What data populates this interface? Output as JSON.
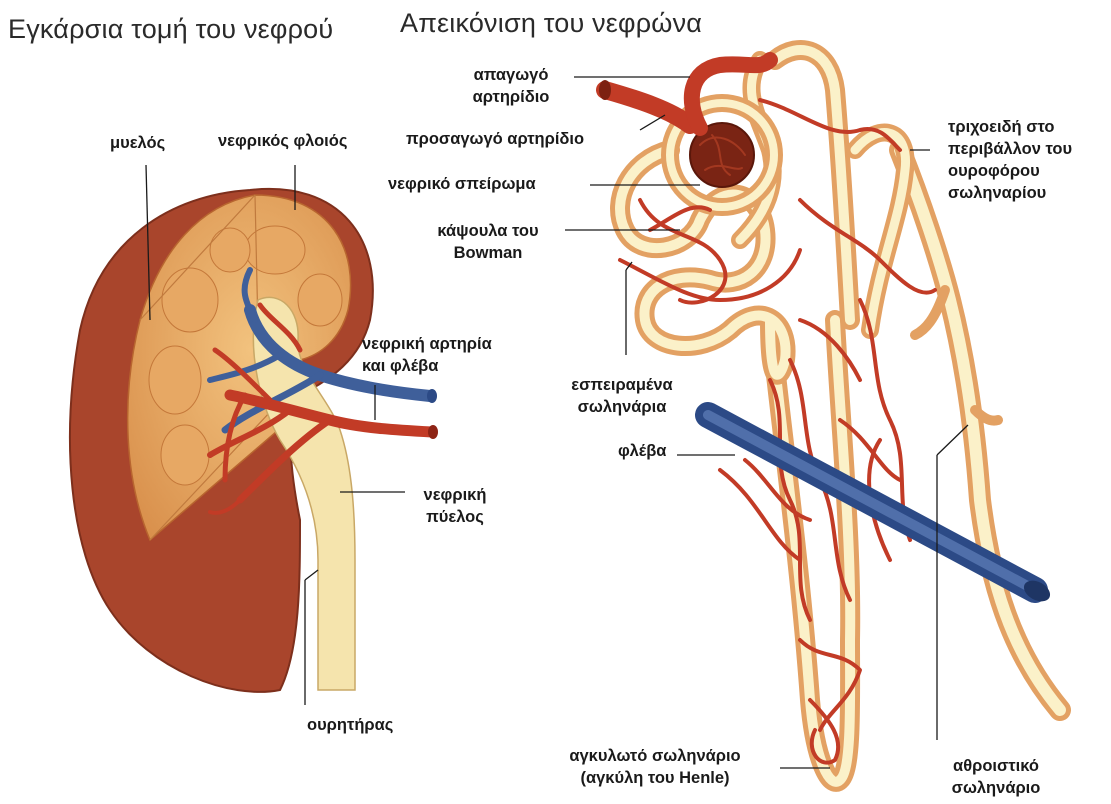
{
  "titles": {
    "kidney": "Εγκάρσια τομή του νεφρού",
    "nephron": "Απεικόνιση του νεφρώνα"
  },
  "labels": {
    "medulla": "μυελός",
    "cortex": "νεφρικός φλοιός",
    "renal_artery_vein_1": "νεφρική αρτηρία",
    "renal_artery_vein_2": "και φλέβα",
    "renal_pelvis_1": "νεφρική",
    "renal_pelvis_2": "πύελος",
    "ureter": "ουρητήρας",
    "efferent_1": "απαγωγό",
    "efferent_2": "αρτηρίδιο",
    "afferent": "προσαγωγό αρτηρίδιο",
    "glomerulus": "νεφρικό σπείρωμα",
    "bowman_1": "κάψουλα του",
    "bowman_2": "Bowman",
    "capillaries_1": "τριχοειδή στο",
    "capillaries_2": "περιβάλλον του",
    "capillaries_3": "ουροφόρου",
    "capillaries_4": "σωληναρίου",
    "convoluted_1": "εσπειραμένα",
    "convoluted_2": "σωληνάρια",
    "vein": "φλέβα",
    "henle_1": "αγκυλωτό σωληνάριο",
    "henle_2": "(αγκύλη του Henle)",
    "collecting_1": "αθροιστικό",
    "collecting_2": "σωληνάριο"
  },
  "colors": {
    "kidney_outer": "#a9452c",
    "cortex": "#e6a561",
    "medulla_lobe": "#d98f48",
    "pelvis": "#f7e9b5",
    "artery": "#c23b26",
    "vein": "#3f5f9a",
    "tubule_outer": "#e7a565",
    "tubule_inner": "#fbf1c9",
    "glomerulus": "#7a2414",
    "leader": "#1a1a1a"
  }
}
